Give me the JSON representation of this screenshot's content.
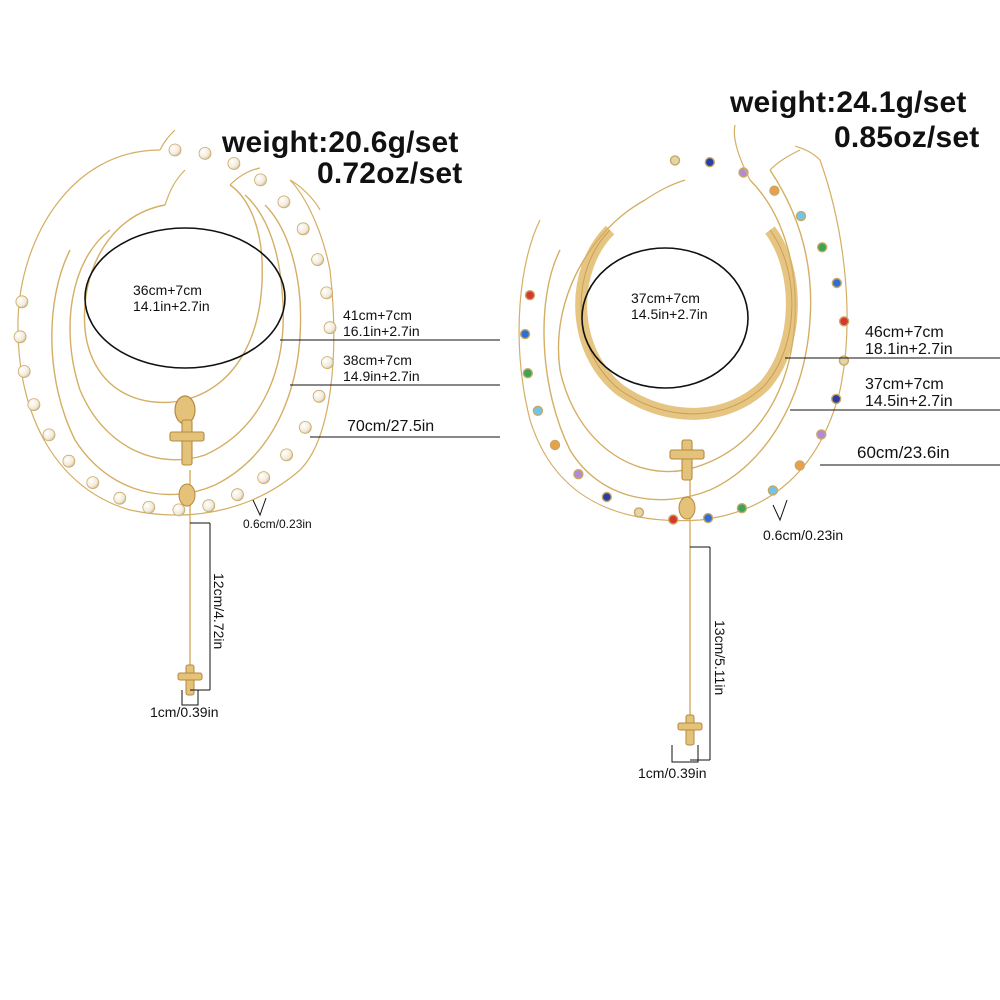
{
  "left_set": {
    "weight_g": "weight:20.6g/set",
    "weight_oz": "0.72oz/set",
    "choker_cm": "36cm+7cm",
    "choker_in": "14.1in+2.7in",
    "layer2_cm": "41cm+7cm",
    "layer2_in": "16.1in+2.7in",
    "layer3_cm": "38cm+7cm",
    "layer3_in": "14.9in+2.7in",
    "pearl_length": "70cm/27.5in",
    "bead_size": "0.6cm/0.23in",
    "drop_length": "12cm/4.72in",
    "cross_size": "1cm/0.39in"
  },
  "right_set": {
    "weight_g": "weight:24.1g/set",
    "weight_oz": "0.85oz/set",
    "choker_cm": "37cm+7cm",
    "choker_in": "14.5in+2.7in",
    "layer2_cm": "46cm+7cm",
    "layer2_in": "18.1in+2.7in",
    "layer3_cm": "37cm+7cm",
    "layer3_in": "14.5in+2.7in",
    "crystal_length": "60cm/23.6in",
    "bead_size": "0.6cm/0.23in",
    "drop_length": "13cm/5.11in",
    "cross_size": "1cm/0.39in"
  },
  "colors": {
    "gold": "#d9b36a",
    "gold_dark": "#b8904a",
    "pearl": "#f5efe3",
    "line": "#111111"
  }
}
